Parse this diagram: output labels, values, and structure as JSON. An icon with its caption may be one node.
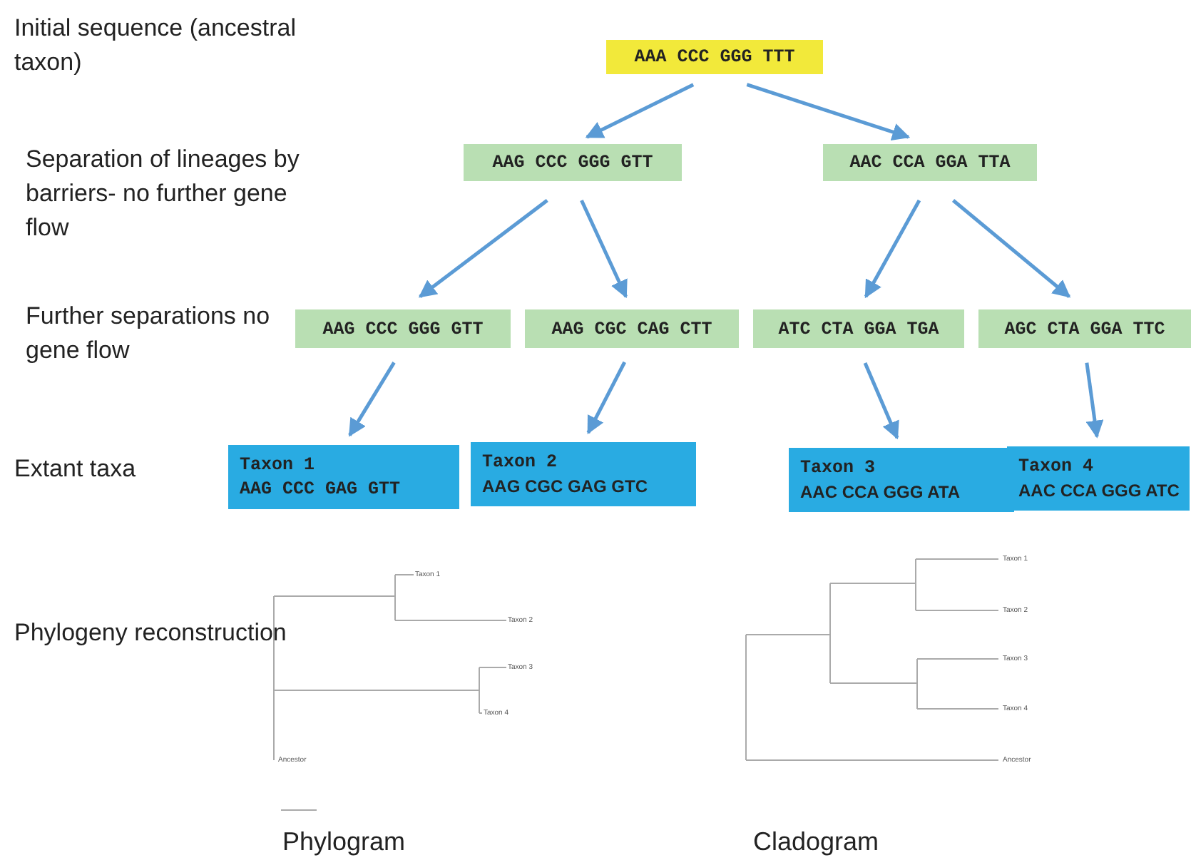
{
  "diagram": {
    "nodes": [
      {
        "text": [
          "AAA CCC GGG TTT"
        ]
      },
      {
        "text": [
          "AAG CCC GGG GTT"
        ]
      },
      {
        "text": [
          "AAC CCA GGA TTA"
        ]
      },
      {
        "text": [
          "AAG CCC GGG GTT"
        ]
      },
      {
        "text": [
          "AAG CGC CAG CTT"
        ]
      },
      {
        "text": [
          "ATC CTA GGA TGA"
        ]
      },
      {
        "text": [
          "AGC CTA GGA TTC"
        ]
      },
      {
        "text": [
          "Taxon 1",
          "AAG CCC GAG GTT"
        ]
      },
      {
        "text": [
          "Taxon 2",
          "AAG CGC GAG GTC"
        ]
      },
      {
        "text": [
          "Taxon 3",
          "AAC CCA GGG ATA"
        ]
      },
      {
        "text": [
          "Taxon 4",
          "AAC CCA GGG ATC"
        ]
      }
    ],
    "edges": [
      {
        "from": 0,
        "to": 1,
        "arrow": "to"
      },
      {
        "from": 0,
        "to": 2,
        "arrow": "to"
      },
      {
        "from": 1,
        "to": 3,
        "arrow": "to"
      },
      {
        "from": 1,
        "to": 4,
        "arrow": "to"
      },
      {
        "from": 2,
        "to": 5,
        "arrow": "to"
      },
      {
        "from": 2,
        "to": 6,
        "arrow": "to"
      },
      {
        "from": 3,
        "to": 7,
        "arrow": "to"
      },
      {
        "from": 4,
        "to": 8,
        "arrow": "to"
      },
      {
        "from": 5,
        "to": 9,
        "arrow": "to"
      },
      {
        "from": 6,
        "to": 10,
        "arrow": "to"
      }
    ],
    "labels": [
      "Initial sequence (ancestral taxon)",
      "Separation of lineages by barriers- no further gene flow",
      "Further separations no gene flow",
      "Extant taxa",
      "Phylogeny reconstruction",
      "Taxon 1",
      "Taxon 2",
      "Taxon 3",
      "Taxon 4",
      "Ancestor",
      "Taxon 1",
      "Taxon 2",
      "Taxon 3",
      "Taxon 4",
      "Ancestor",
      "Phylogram",
      "Cladogram"
    ]
  }
}
